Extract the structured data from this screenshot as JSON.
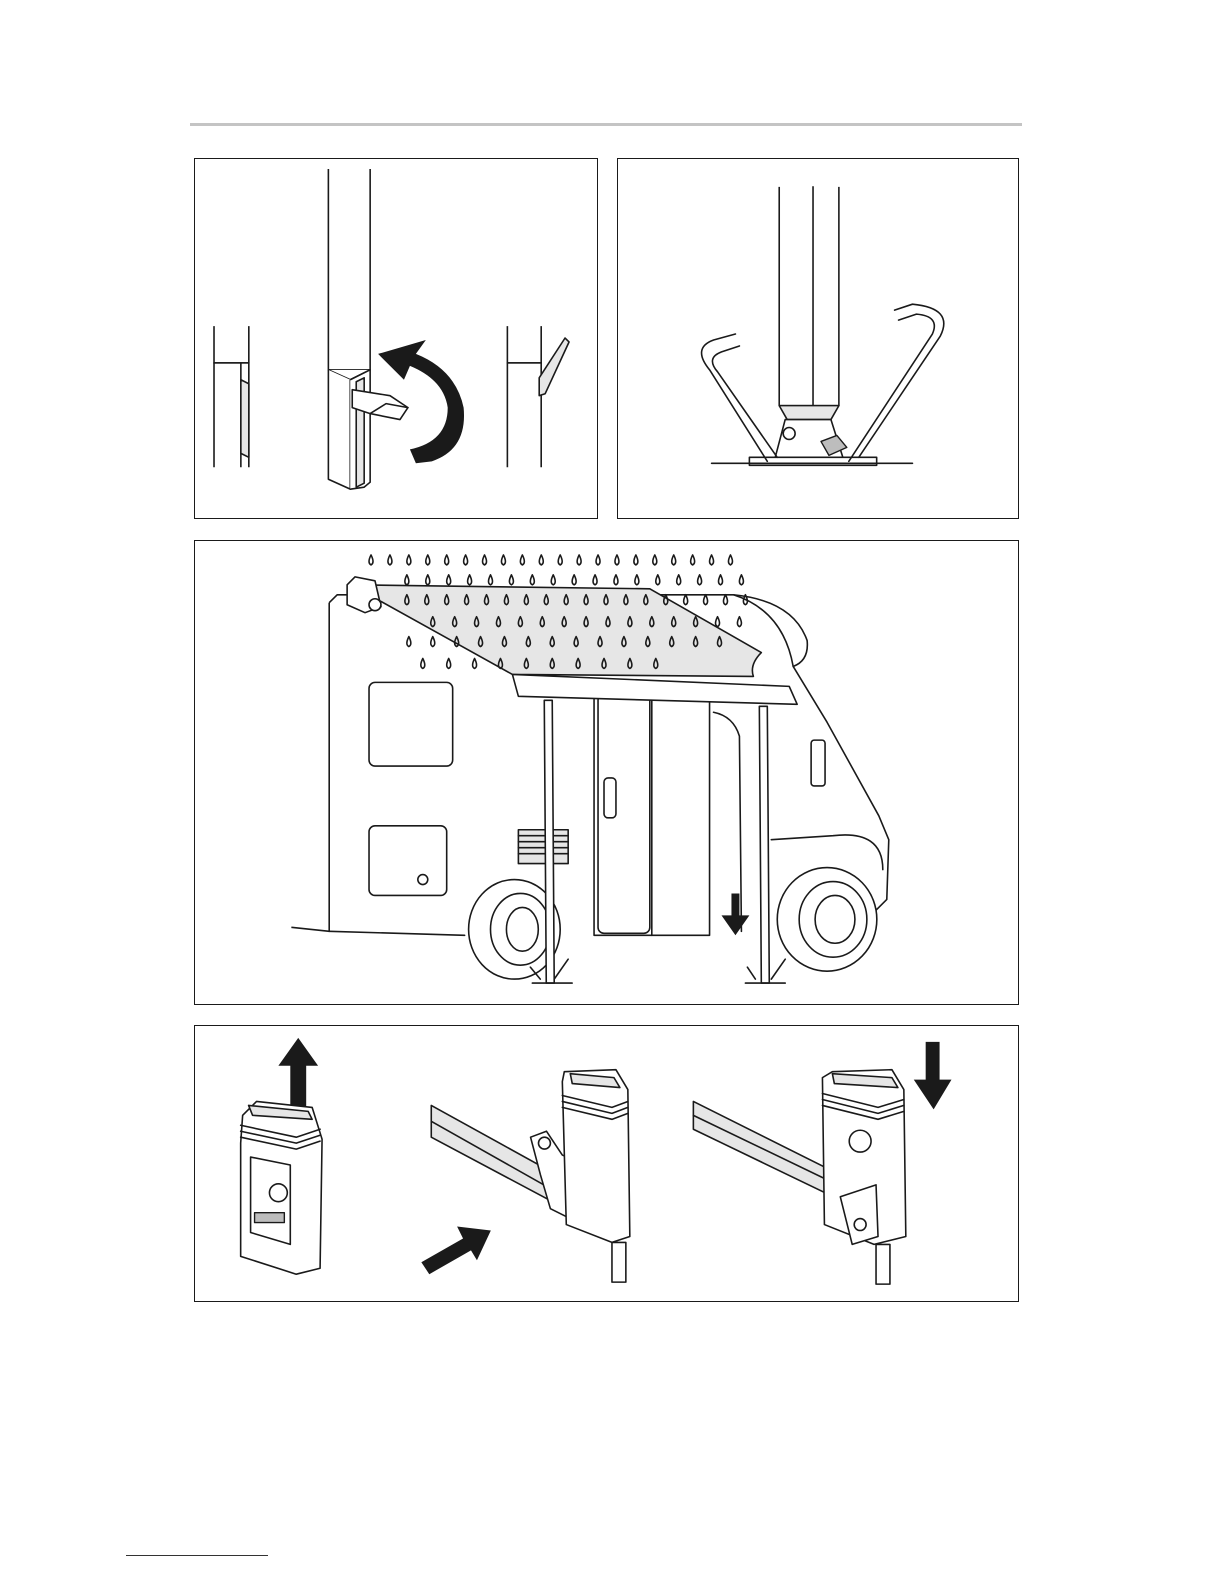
{
  "figures": [
    {
      "id": "fig-a",
      "icon": "pole-lever-rotate-illustration"
    },
    {
      "id": "fig-b",
      "icon": "pole-foot-ground-pegs-illustration"
    },
    {
      "id": "fig-c",
      "icon": "motorhome-awning-rain-illustration"
    },
    {
      "id": "fig-d",
      "icon": "awning-bracket-attach-sequence-illustration"
    }
  ],
  "colors": {
    "line": "#1a1a1a",
    "rule": "#c4c4c4",
    "fill_light": "#e6e6e6",
    "fill_mid": "#bdbdbd"
  }
}
